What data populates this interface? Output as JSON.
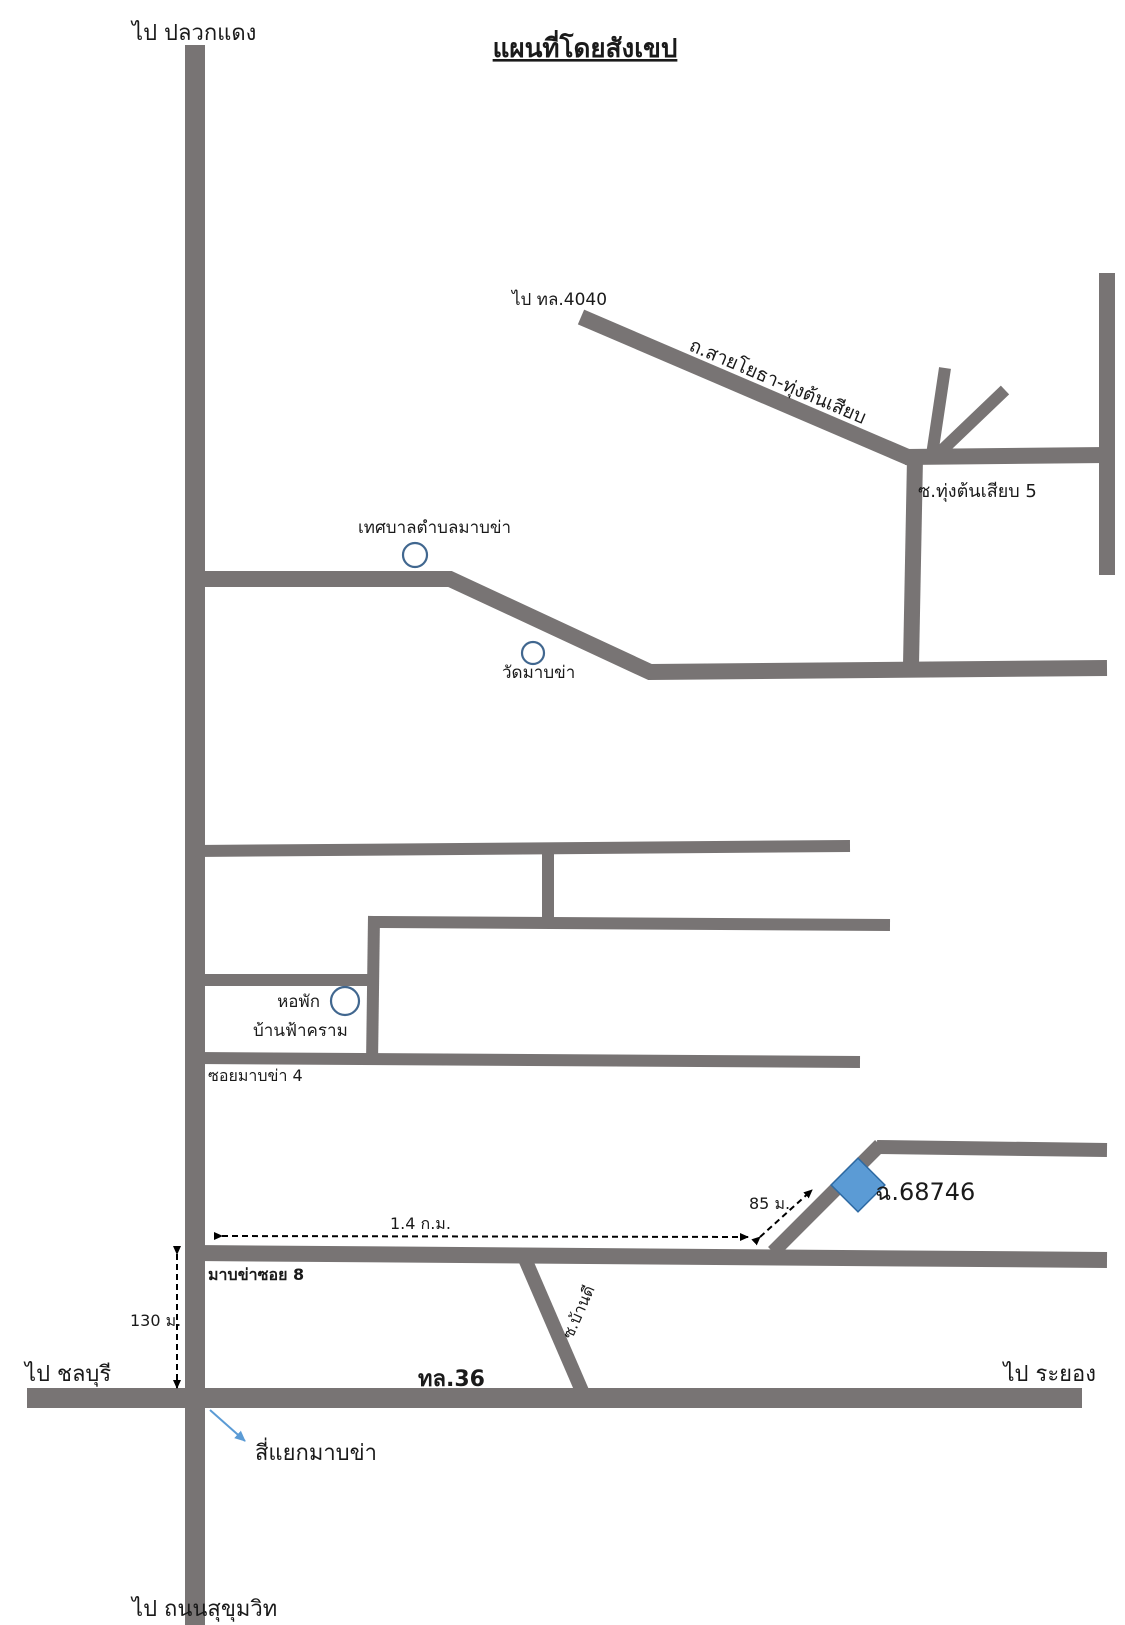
{
  "colors": {
    "road": "#787474",
    "background": "#ffffff",
    "landmark_stroke": "#41678f",
    "plot_fill": "#5b9bd5",
    "plot_stroke": "#2e6aa3",
    "direction_arrow": "#5b9bd5",
    "dimension": "#000000",
    "text": "#1a1a1a"
  },
  "map": {
    "title": "แผนที่โดยสังเขป",
    "directions": {
      "north": "ไป ปลวกแดง",
      "south": "ไป ถนนสุขุมวิท",
      "west": "ไป ชลบุรี",
      "east": "ไป ระยอง",
      "northeast": "ไป ทล.4040"
    },
    "roads": {
      "highway": "ทล.36",
      "diagonal_road": "ถ.สายโยธา-ทุ่งต้นเสียบ",
      "soi_thung_ton_siap_5": "ซ.ทุ่งต้นเสียบ 5",
      "soi_maab_kha_4": "ซอยมาบข่า 4",
      "soi_maab_kha_8": "มาบข่าซอย 8",
      "soi_baan_dee": "ซ.บ้านดี"
    },
    "landmarks": {
      "municipality": "เทศบาลตำบลมาบข่า",
      "temple": "วัดมาบข่า",
      "dorm_line1": "หอพัก",
      "dorm_line2": "บ้านฟ้าคราม",
      "intersection": "สี่แยกมาบข่า"
    },
    "distances": {
      "to_plot": "1.4 ก.ม.",
      "to_road": "85 ม.",
      "from_highway": "130 ม."
    },
    "plot": {
      "label": "ฉ.68746"
    }
  }
}
